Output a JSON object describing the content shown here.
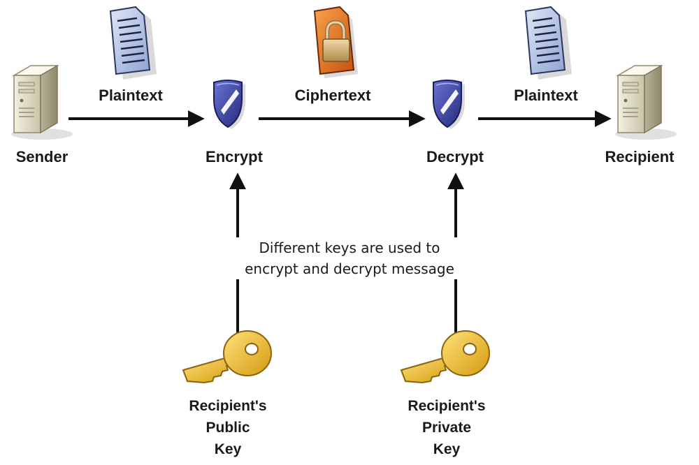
{
  "nodes": {
    "sender": "Sender",
    "encrypt": "Encrypt",
    "decrypt": "Decrypt",
    "recipient": "Recipient"
  },
  "edges": {
    "plaintext_in": "Plaintext",
    "ciphertext": "Ciphertext",
    "plaintext_out": "Plaintext"
  },
  "note": {
    "line1": "Different keys are used to",
    "line2": "encrypt and decrypt message"
  },
  "keys": {
    "public": {
      "line1": "Recipient's",
      "line2": "Public",
      "line3": "Key"
    },
    "private": {
      "line1": "Recipient's",
      "line2": "Private",
      "line3": "Key"
    }
  },
  "colors": {
    "arrow": "#111111",
    "shield": "#3a3f9e",
    "shield_stripe": "#ffffff",
    "key": "#e8b81c",
    "document": "#b9c6e6",
    "cipher_doc": "#e8761c",
    "lock": "#c9a86a",
    "server": "#e4e0cf"
  },
  "icons": {
    "sender": "server-icon",
    "recipient": "server-icon",
    "encrypt": "shield-icon",
    "decrypt": "shield-icon",
    "plaintext_in": "document-icon",
    "ciphertext": "locked-document-icon",
    "plaintext_out": "document-icon",
    "public_key": "key-icon",
    "private_key": "key-icon"
  }
}
